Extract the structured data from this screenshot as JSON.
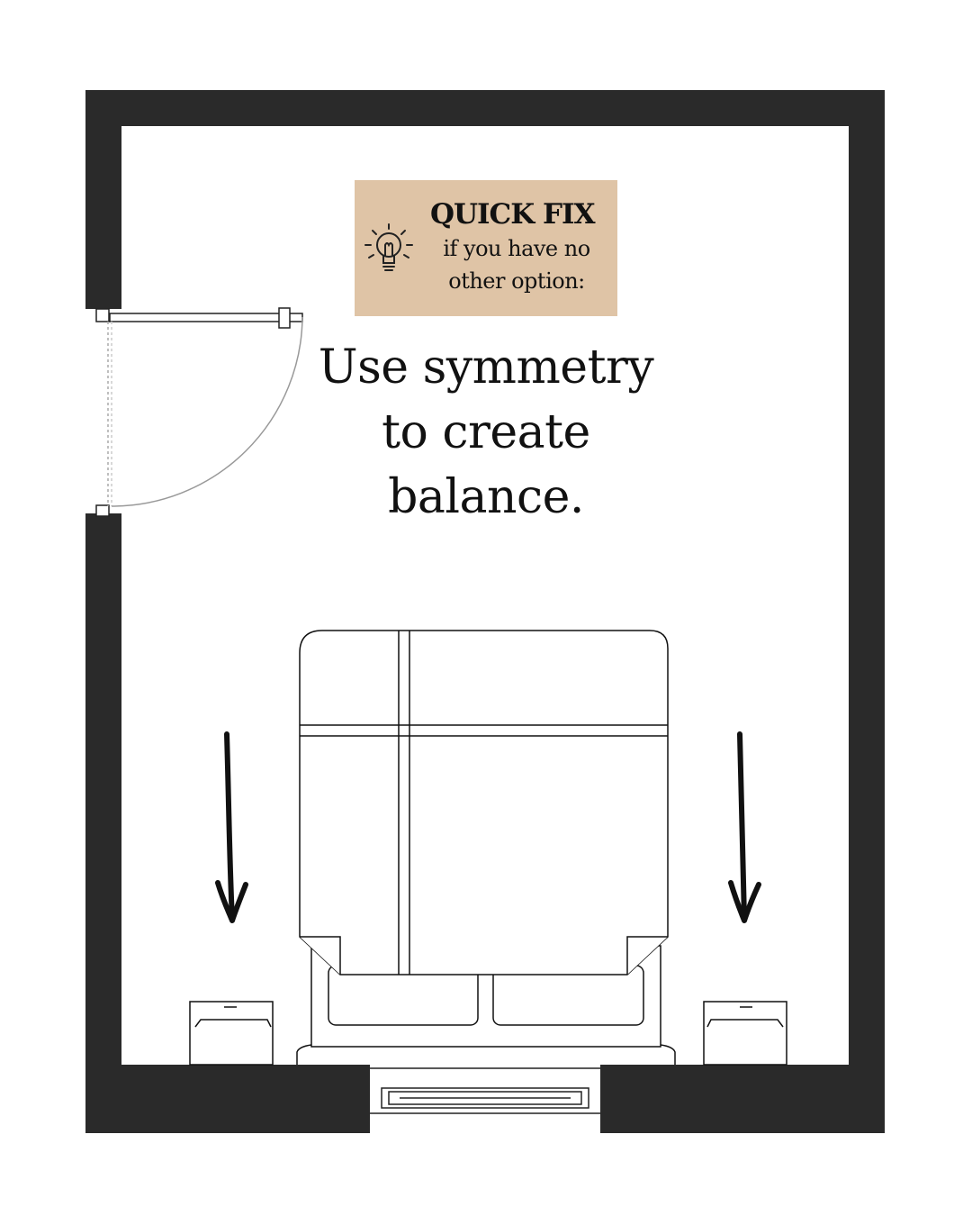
{
  "badge": {
    "title": "QUICK FIX",
    "subtitle_lines": [
      "if you have no",
      "other option:"
    ],
    "icon": "lightbulb-icon",
    "background_color": "#dfc4a6"
  },
  "headline": {
    "lines": [
      "Use symmetry",
      "to create",
      "balance."
    ]
  },
  "colors": {
    "wall": "#2a2a2a",
    "line": "#111111",
    "background": "#ffffff"
  },
  "icons": [
    "door-swing-icon",
    "bed-icon",
    "nightstand-icon",
    "arrow-down-icon",
    "window-icon"
  ]
}
